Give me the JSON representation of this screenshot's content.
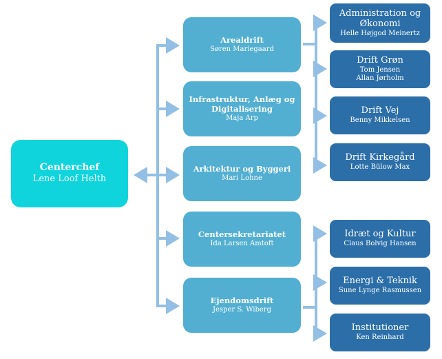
{
  "colors": {
    "chief": "#0fd4dc",
    "unit": "#52afd2",
    "subunit": "#2b6ea8",
    "connector": "#93bfe4"
  },
  "chief": {
    "title": "Centerchef",
    "name": "Lene Loof Helth"
  },
  "units": [
    {
      "title": "Arealdrift",
      "names": [
        "Søren Mariegaard"
      ]
    },
    {
      "title": "Infrastruktur, Anlæg og Digitalisering",
      "names": [
        "Maja Arp"
      ]
    },
    {
      "title": "Arkitektur og Byggeri",
      "names": [
        "Mari Lohne"
      ]
    },
    {
      "title": "Centersekretariatet",
      "names": [
        "Ida Larsen Amtoft"
      ]
    },
    {
      "title": "Ejendomsdrift",
      "names": [
        "Jesper S. Wiberg"
      ]
    }
  ],
  "arealdrift_subunits": [
    {
      "title": "Administration og Økonomi",
      "names": [
        "Helle Højgod Meinertz"
      ]
    },
    {
      "title": "Drift Grøn",
      "names": [
        "Tom Jensen",
        "Allan Jørholm"
      ]
    },
    {
      "title": "Drift Vej",
      "names": [
        "Benny Mikkelsen"
      ]
    },
    {
      "title": "Drift Kirkegård",
      "names": [
        "Lotte Bülow Max"
      ]
    }
  ],
  "ejendomsdrift_subunits": [
    {
      "title": "Idræt og Kultur",
      "names": [
        "Claus Bolvig Hansen"
      ]
    },
    {
      "title": "Energi & Teknik",
      "names": [
        "Sune Lynge Rasmussen"
      ]
    },
    {
      "title": "Institutioner",
      "names": [
        "Ken Reinhard"
      ]
    }
  ]
}
